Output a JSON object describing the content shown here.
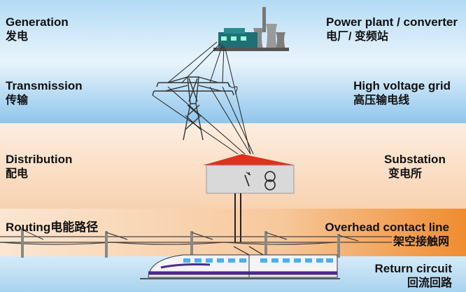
{
  "layers": [
    {
      "id": "generation",
      "left_en": "Generation",
      "left_zh": "发电",
      "right_en": "Power plant / converter",
      "right_zh": "电厂/ 变频站"
    },
    {
      "id": "transmission",
      "left_en": "Transmission",
      "left_zh": "传输",
      "right_en": "High voltage grid",
      "right_zh": "高压输电线"
    },
    {
      "id": "distribution",
      "left_en": "Distribution",
      "left_zh": "配电",
      "right_en": "Substation",
      "right_zh": "变电所"
    },
    {
      "id": "routing",
      "left_en": "Routing电能路径",
      "right_en": "Overhead contact line",
      "right_zh": "架空接触网"
    },
    {
      "id": "return",
      "right_en": "Return circuit",
      "right_zh": "回流回路"
    }
  ],
  "colors": {
    "band_blue_top": "#9fd0f0",
    "band_blue_bottom": "#e8f3fb",
    "band_peach": "#fbe0c8",
    "band_orange": "#f39a3f",
    "roof_red": "#e0301e",
    "train_purple": "#4b2a8a"
  },
  "icons": [
    "power-plant-icon",
    "transmission-tower-icon",
    "substation-icon",
    "catenary-mast-icon",
    "high-speed-train-icon"
  ]
}
